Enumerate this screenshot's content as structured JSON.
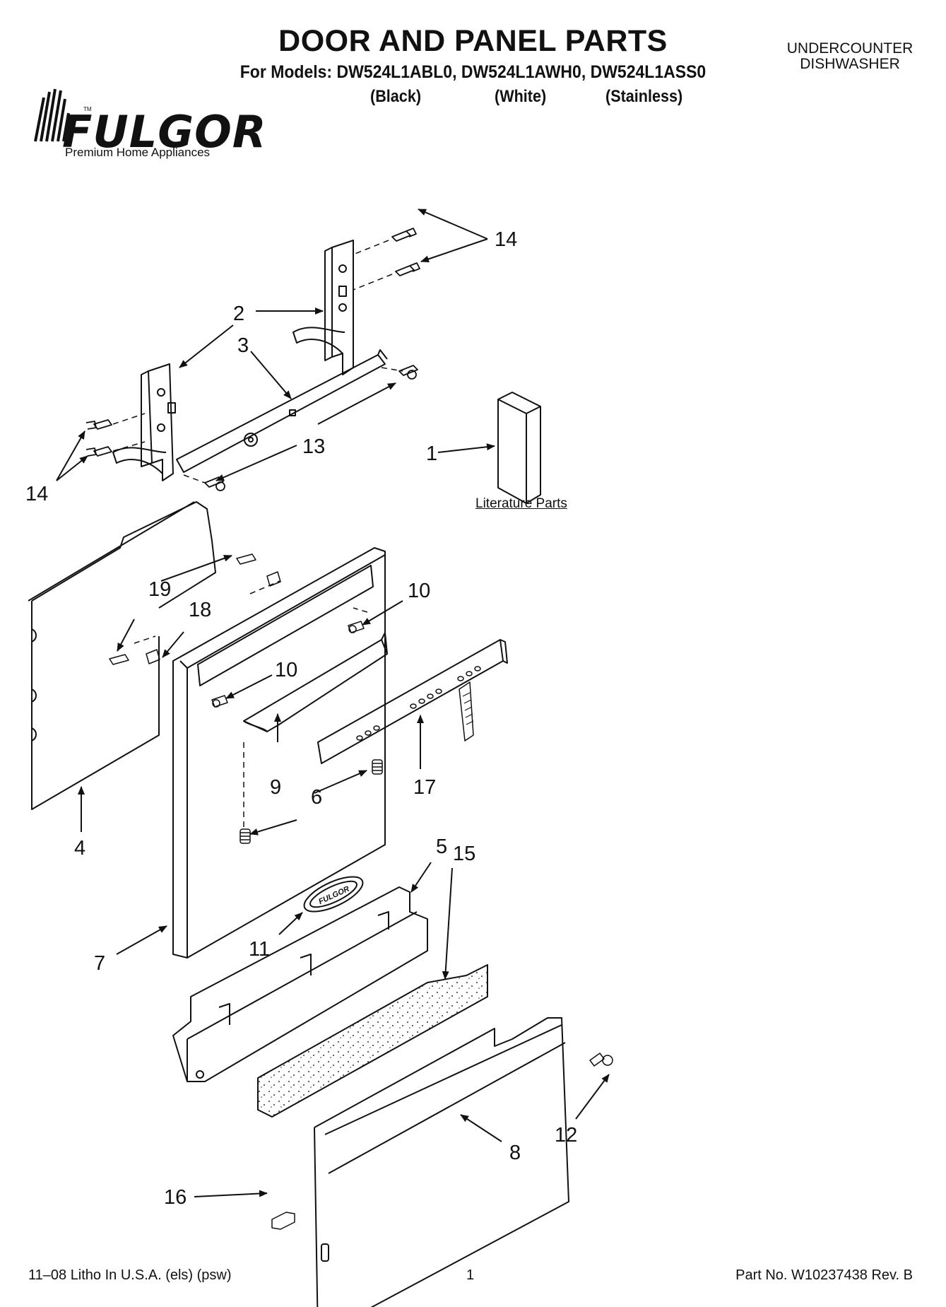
{
  "header": {
    "title": "DOOR AND PANEL PARTS",
    "models_line": "For Models: DW524L1ABL0, DW524L1AWH0, DW524L1ASS0",
    "variants": [
      "(Black)",
      "(White)",
      "(Stainless)"
    ],
    "category_line1": "UNDERCOUNTER",
    "category_line2": "DISHWASHER"
  },
  "brand": {
    "name": "FULGOR",
    "tagline": "Premium Home Appliances",
    "trademark": "TM"
  },
  "diagram": {
    "literature_label": "Literature Parts",
    "emblem_text": "FULGOR",
    "callouts": [
      "14",
      "2",
      "3",
      "13",
      "1",
      "14",
      "19",
      "18",
      "10",
      "10",
      "9",
      "6",
      "17",
      "4",
      "5",
      "15",
      "7",
      "11",
      "12",
      "8",
      "16"
    ]
  },
  "footer": {
    "left": "11–08 Litho In U.S.A. (els) (psw)",
    "center": "1",
    "right": "Part No. W10237438 Rev. B"
  }
}
